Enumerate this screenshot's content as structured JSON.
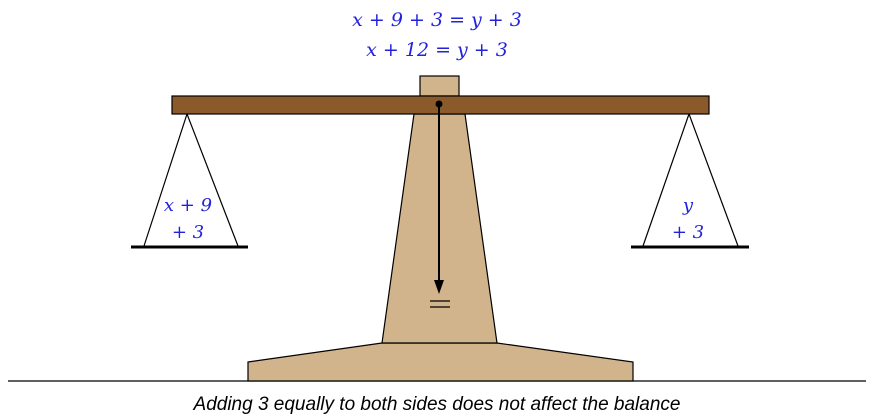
{
  "equations": {
    "line1": "x + 9 + 3 = y + 3",
    "line2": "x + 12 = y + 3"
  },
  "left_pan": {
    "line1": "x + 9",
    "line2": "+ 3"
  },
  "right_pan": {
    "line1": "y",
    "line2": "+ 3"
  },
  "balance_mark": "=",
  "caption": "Adding 3 equally to both sides does not affect the balance",
  "colors": {
    "beam": "#8b5a2b",
    "stand": "#d2b48c",
    "equation_text": "#2222dd",
    "outline": "#000000"
  }
}
